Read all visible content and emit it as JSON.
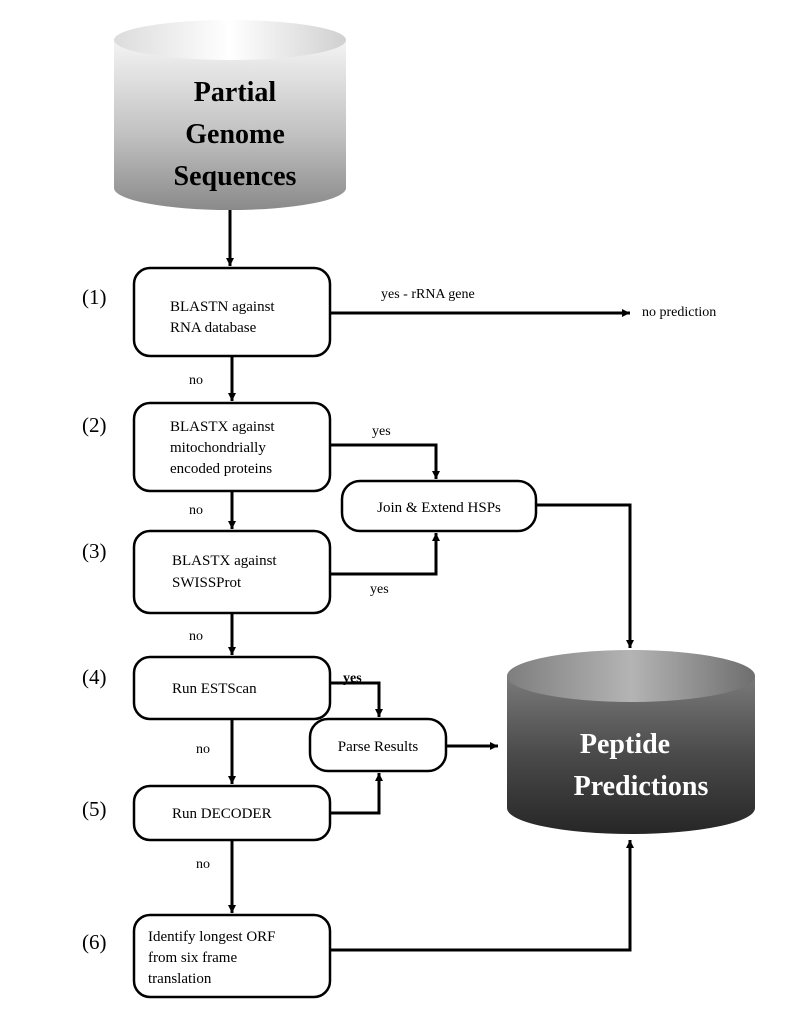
{
  "source_db": {
    "lines": [
      "Partial",
      "Genome",
      "Sequences"
    ]
  },
  "target_db": {
    "lines": [
      "Peptide",
      "Predictions"
    ]
  },
  "steps": [
    {
      "number": "(1)",
      "lines": [
        "BLASTN  against",
        "RNA database"
      ]
    },
    {
      "number": "(2)",
      "lines": [
        "BLASTX  against",
        "mitochondrially",
        "encoded proteins"
      ]
    },
    {
      "number": "(3)",
      "lines": [
        "BLASTX against",
        "SWISSProt"
      ]
    },
    {
      "number": "(4)",
      "lines": [
        "Run ESTScan"
      ]
    },
    {
      "number": "(5)",
      "lines": [
        "Run DECODER"
      ]
    },
    {
      "number": "(6)",
      "lines": [
        "Identify longest ORF",
        "from       six       frame",
        "translation"
      ]
    }
  ],
  "join_box": {
    "label": "Join & Extend HSPs"
  },
  "parse_box": {
    "label": "Parse Results"
  },
  "edges": {
    "rrna_yes": "yes - rRNA gene",
    "no_prediction": "no prediction",
    "no_1": "no",
    "yes_2": "yes",
    "no_2": "no",
    "yes_3": "yes",
    "no_3": "no",
    "yes_4": "yes",
    "no_4": "no",
    "no_5": "no"
  },
  "colors": {
    "source_light": "#ffffff",
    "source_dark": "#8a8a8a",
    "target_light": "#9a9a9a",
    "target_dark": "#2a2a2a"
  }
}
